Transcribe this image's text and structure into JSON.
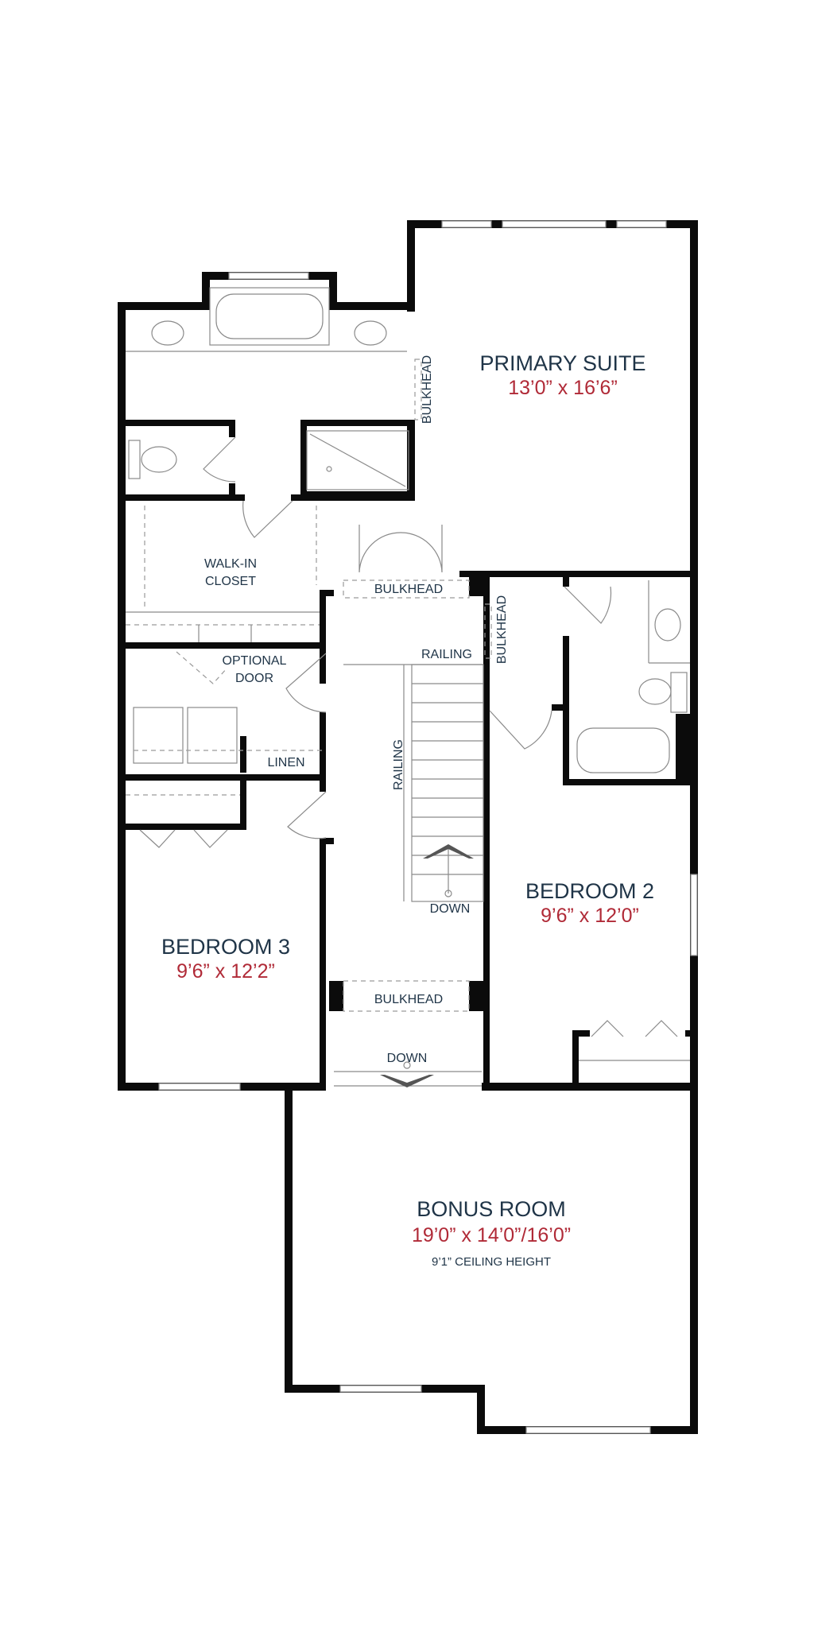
{
  "rooms": {
    "primary_suite": {
      "name": "PRIMARY SUITE",
      "dims": "13’0” x 16’6”"
    },
    "bedroom_2": {
      "name": "BEDROOM 2",
      "dims": "9’6” x 12’0”"
    },
    "bedroom_3": {
      "name": "BEDROOM 3",
      "dims": "9’6” x 12’2”"
    },
    "bonus_room": {
      "name": "BONUS ROOM",
      "dims": "19’0” x 14’0”/16’0”",
      "note": "9’1” CEILING HEIGHT"
    }
  },
  "labels": {
    "walk_in_line1": "WALK-IN",
    "walk_in_line2": "CLOSET",
    "optional_door_line1": "OPTIONAL",
    "optional_door_line2": "DOOR",
    "linen": "LINEN",
    "bulkhead_vertical_primary": "BULKHEAD",
    "bulkhead_top": "BULKHEAD",
    "bulkhead_vertical_bed2": "BULKHEAD",
    "bulkhead_bottom": "BULKHEAD",
    "railing_top": "RAILING",
    "railing_side": "RAILING",
    "down_stairs": "DOWN",
    "down_landing": "DOWN"
  },
  "colors": {
    "wall": "#0b0b0b",
    "text": "#1f3447",
    "dimension": "#b02a37"
  }
}
